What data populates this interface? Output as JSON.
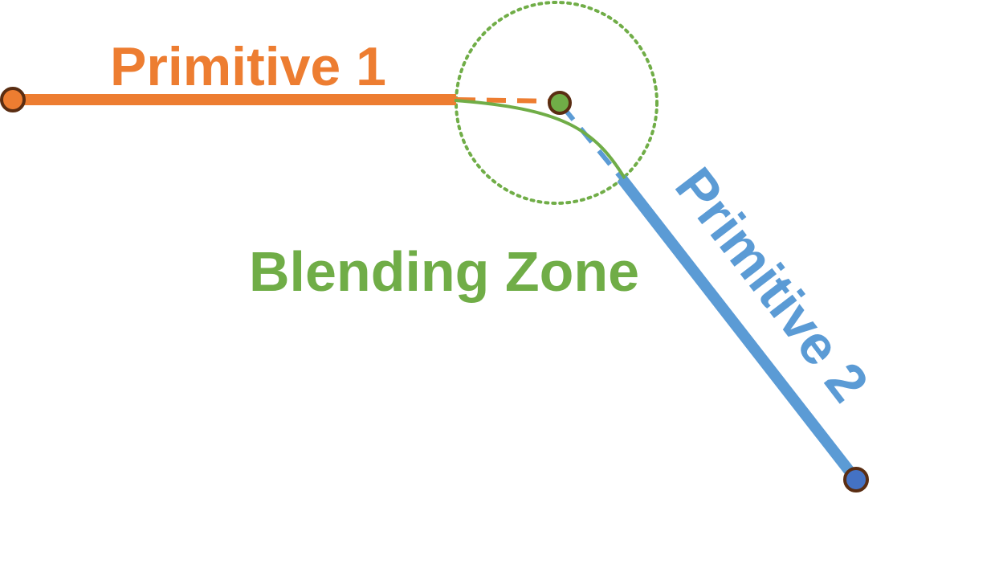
{
  "labels": {
    "primitive_1": "Primitive 1",
    "primitive_2": "Primitive 2",
    "blending_zone": "Blending Zone"
  },
  "colors": {
    "primitive_1": "#ED7D31",
    "primitive_2": "#5B9BD5",
    "blending": "#70AD47",
    "endpoint_outline": "#5A2D12",
    "endpoint_2_fill": "#4472C4",
    "background": "#FFFFFF"
  }
}
